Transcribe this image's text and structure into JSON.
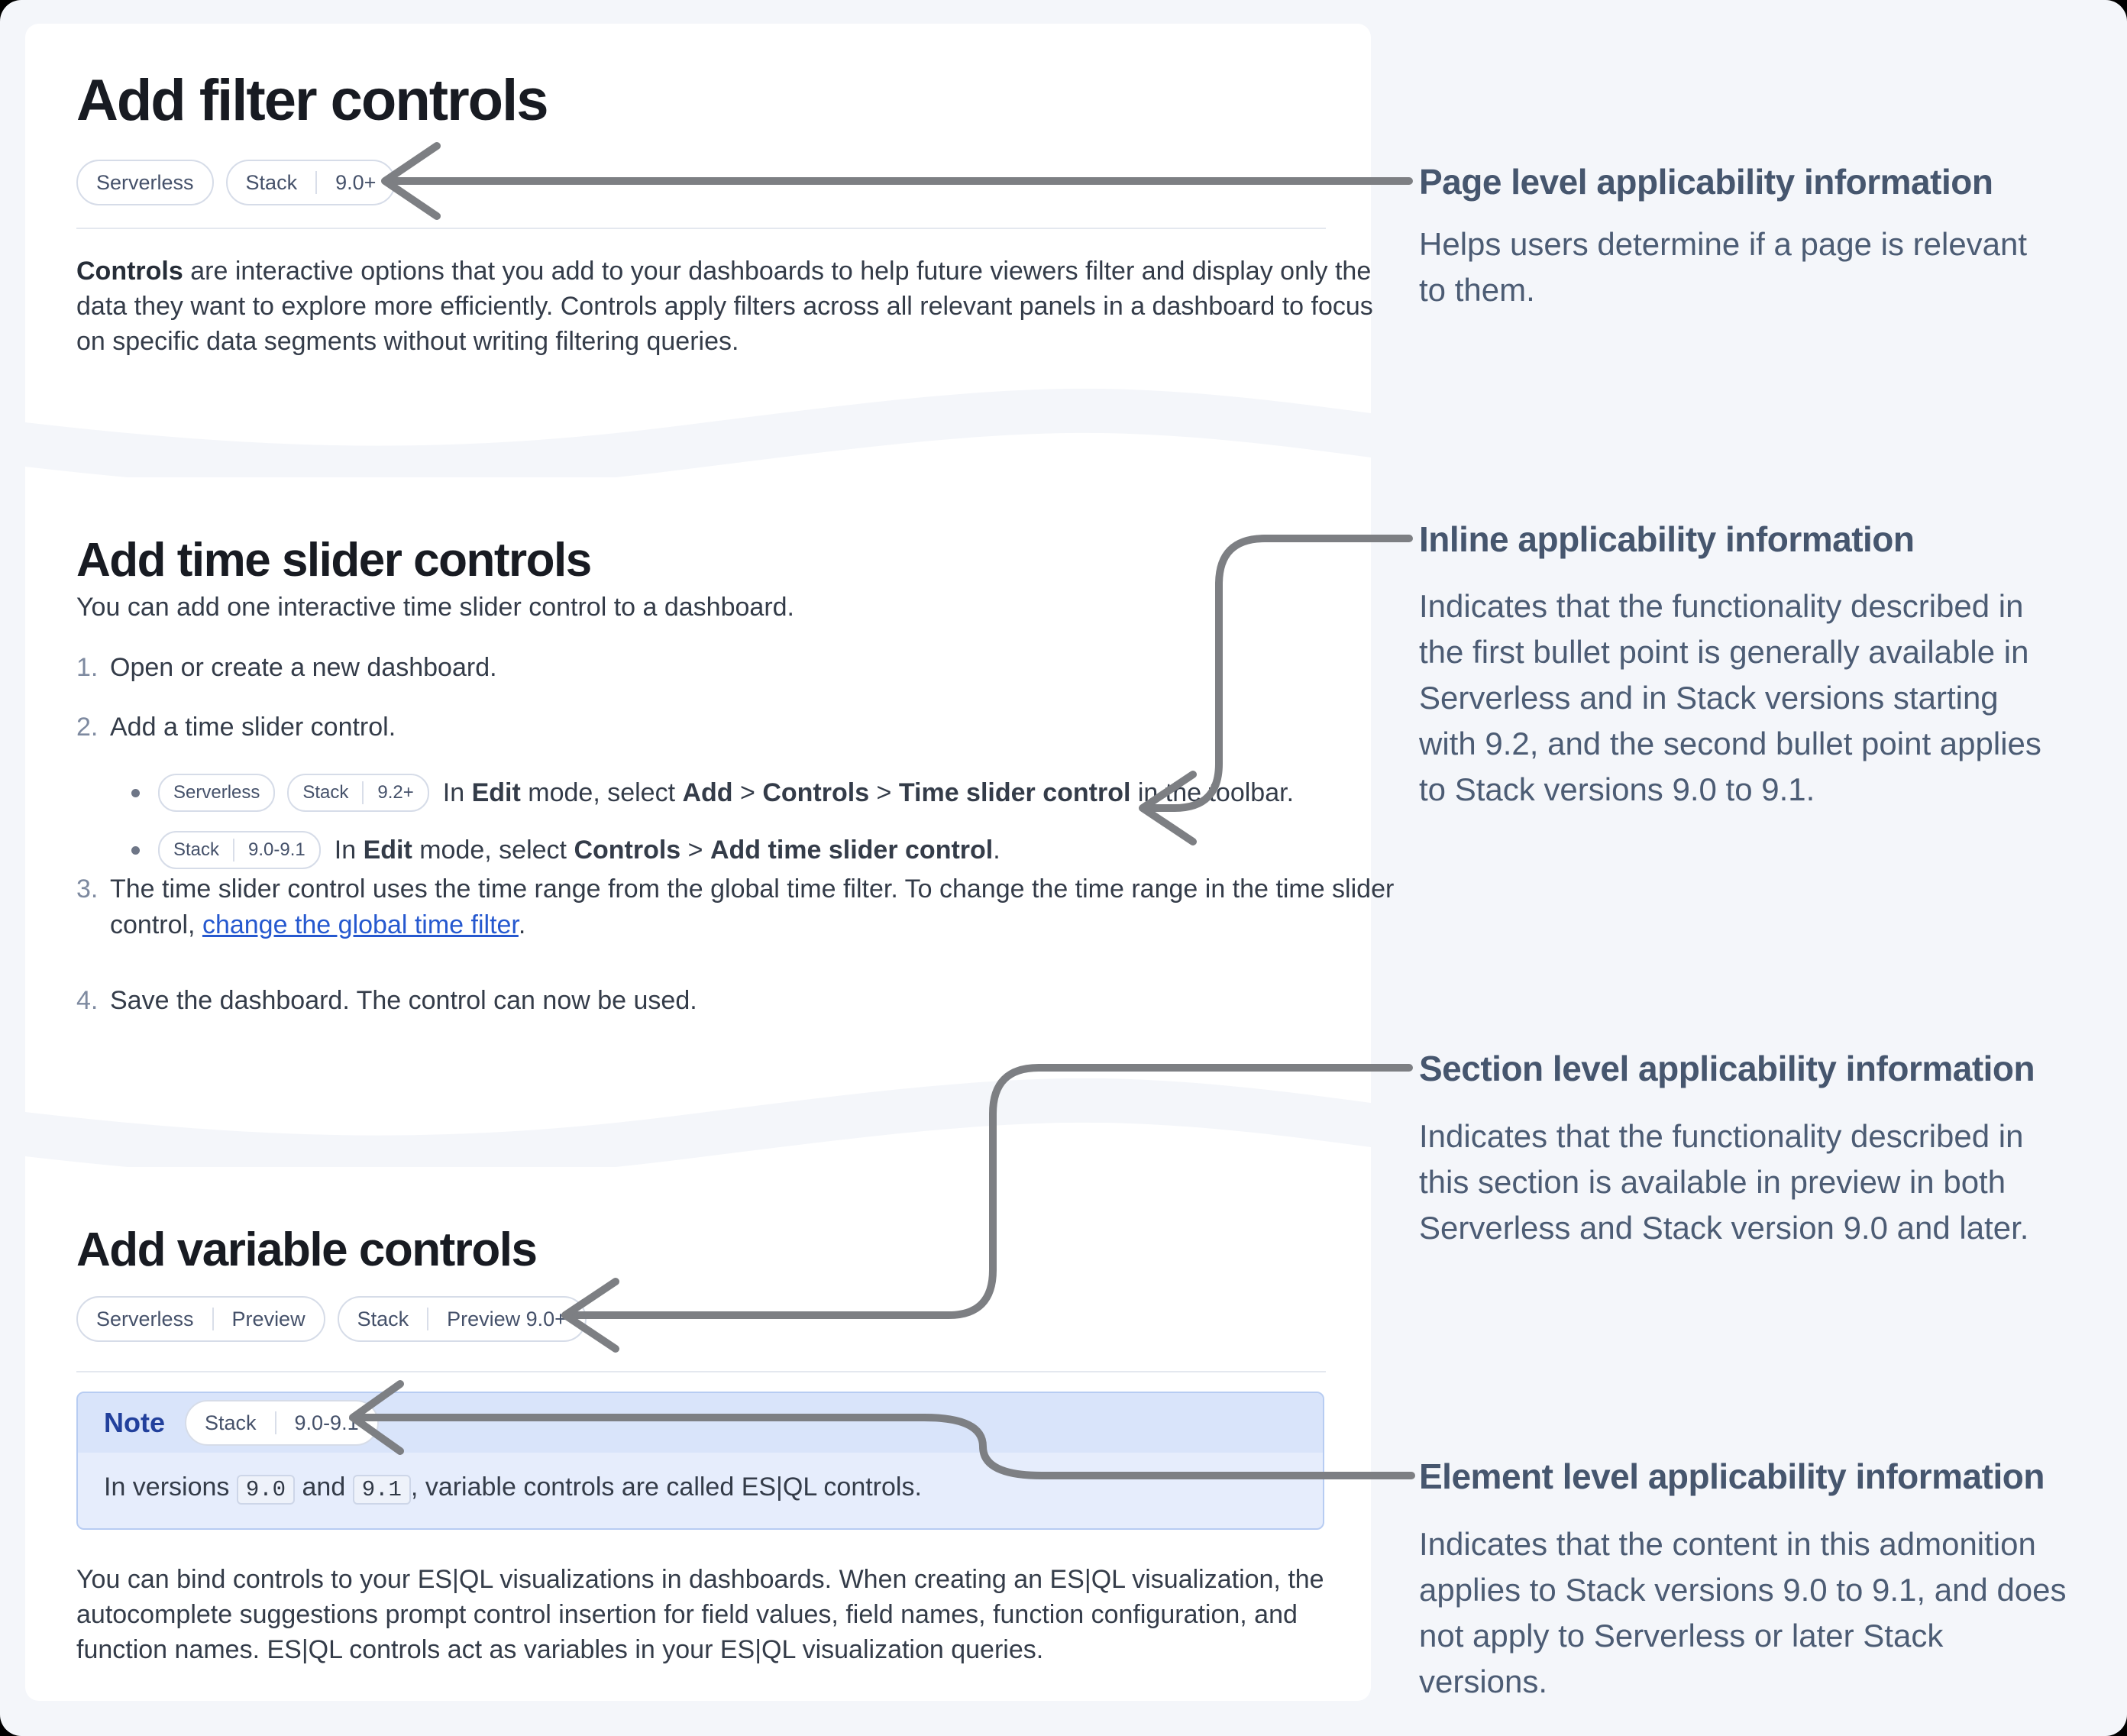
{
  "colors": {
    "page_background": "#f4f6fa",
    "card_background": "#ffffff",
    "note_header": "#d9e4fa",
    "note_body": "#e6edfc",
    "note_border": "#b7ccf2",
    "note_title_blue": "#22409c",
    "link_blue": "#2558cf",
    "arrow_gray": "#7d7f83",
    "annotation_slate": "#4c5c74"
  },
  "card1": {
    "title": "Add filter controls",
    "badges": [
      [
        "Serverless"
      ],
      [
        "Stack",
        "9.0+"
      ]
    ],
    "paragraph": [
      [
        {
          "t": "Controls",
          "s": "b"
        },
        {
          "t": " are interactive options that you add to your dashboards to help future viewers filter and display only the"
        }
      ],
      [
        {
          "t": "data they want to explore more efficiently. Controls apply filters across all relevant panels in a dashboard to focus"
        }
      ],
      [
        {
          "t": "on specific data segments without writing filtering queries."
        }
      ]
    ]
  },
  "card2": {
    "title": "Add time slider controls",
    "intro": "You can add one interactive time slider control to a dashboard.",
    "item1_num": "1.",
    "item1": [
      [
        {
          "t": "Open or create a new dashboard."
        }
      ]
    ],
    "item2_num": "2.",
    "item2": [
      [
        {
          "t": "Add a time slider control."
        }
      ]
    ],
    "bullet1_badges": [
      [
        "Serverless"
      ],
      [
        "Stack",
        "9.2+"
      ]
    ],
    "bullet1_text": [
      [
        {
          "t": "In "
        },
        {
          "t": "Edit",
          "s": "b"
        },
        {
          "t": " mode, select "
        },
        {
          "t": "Add",
          "s": "b"
        },
        {
          "t": " > "
        },
        {
          "t": "Controls",
          "s": "b"
        },
        {
          "t": " > "
        },
        {
          "t": "Time slider control",
          "s": "b"
        },
        {
          "t": " in the toolbar."
        }
      ]
    ],
    "bullet2_badges": [
      [
        "Stack",
        "9.0-9.1"
      ]
    ],
    "bullet2_text": [
      [
        {
          "t": "In "
        },
        {
          "t": "Edit",
          "s": "b"
        },
        {
          "t": " mode, select "
        },
        {
          "t": "Controls",
          "s": "b"
        },
        {
          "t": " > "
        },
        {
          "t": "Add time slider control",
          "s": "b"
        },
        {
          "t": "."
        }
      ]
    ],
    "item3_num": "3.",
    "item3": [
      [
        {
          "t": "The time slider control uses the time range from the global time filter. To change the time range in the time slider"
        }
      ],
      [
        {
          "t": "control, "
        },
        {
          "t": "change the global time filter",
          "s": "link"
        },
        {
          "t": "."
        }
      ]
    ],
    "item4_num": "4.",
    "item4": [
      [
        {
          "t": "Save the dashboard. The control can now be used."
        }
      ]
    ]
  },
  "card3": {
    "title": "Add variable controls",
    "badges": [
      [
        "Serverless",
        "Preview"
      ],
      [
        "Stack",
        "Preview 9.0+"
      ]
    ],
    "note": {
      "title": "Note",
      "badges": [
        [
          "Stack",
          "9.0-9.1"
        ]
      ],
      "body": [
        [
          {
            "t": "In versions "
          },
          {
            "t": "9.0",
            "s": "code"
          },
          {
            "t": " and "
          },
          {
            "t": "9.1",
            "s": "code"
          },
          {
            "t": ", variable controls are called ES|QL controls."
          }
        ]
      ]
    },
    "paragraph": [
      [
        {
          "t": "You can bind controls to your ES|QL visualizations in dashboards. When creating an ES|QL visualization, the"
        }
      ],
      [
        {
          "t": "autocomplete suggestions prompt control insertion for field values, field names, function configuration, and"
        }
      ],
      [
        {
          "t": "function names. ES|QL controls act as variables in your ES|QL visualization queries."
        }
      ]
    ]
  },
  "annotations": {
    "a1": {
      "heading": "Page level applicability information",
      "lines": [
        "Helps users determine if a page is relevant",
        "to them."
      ]
    },
    "a2": {
      "heading": "Inline applicability information",
      "lines": [
        "Indicates that the functionality described in",
        "the first bullet point is generally available in",
        "Serverless and in Stack versions starting",
        "with 9.2, and the second bullet point applies",
        "to Stack versions 9.0 to 9.1."
      ]
    },
    "a3": {
      "heading": "Section level applicability information",
      "lines": [
        "Indicates that the functionality described in",
        "this section is available in preview in both",
        "Serverless and Stack version 9.0 and later."
      ]
    },
    "a4": {
      "heading": "Element level applicability information",
      "lines": [
        "Indicates that the content in this admonition",
        "applies to Stack versions 9.0 to 9.1, and does",
        "not apply to Serverless or later Stack",
        "versions."
      ]
    }
  }
}
